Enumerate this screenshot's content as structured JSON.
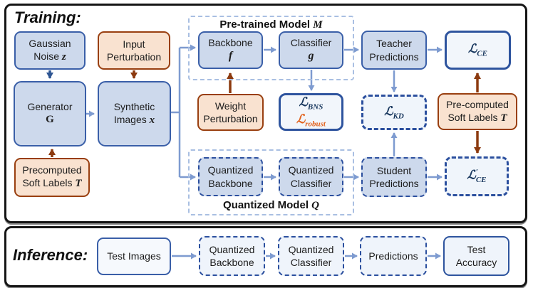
{
  "panels": {
    "training_label": "Training:",
    "inference_label": "Inference:"
  },
  "colors": {
    "box_fill_blue": "#cdd9ec",
    "box_border_blue": "#3a5fa8",
    "loss_border_navy": "#2e549e",
    "orange_fill": "#f9e2d0",
    "orange_border": "#993f10",
    "arrow_steel_blue": "#7e9bd0",
    "arrow_dark_blue": "#2e5693",
    "arrow_brown": "#8c3a0f",
    "container_dash": "#a9bfe2",
    "robust_text": "#e2611c"
  },
  "training": {
    "gaussian_noise": {
      "text": "Gaussian Noise",
      "symbol": "z"
    },
    "input_perturbation": {
      "text": "Input Perturbation"
    },
    "generator": {
      "text": "Generator",
      "symbol": "G"
    },
    "synthetic_images": {
      "text": "Synthetic Images",
      "symbol": "x"
    },
    "precomputed_soft_labels": {
      "text": "Precomputed Soft Labels",
      "symbol": "T"
    },
    "pretrained_model": {
      "label": "Pre-trained Model",
      "symbol": "M",
      "backbone": {
        "text": "Backbone",
        "symbol": "f"
      },
      "classifier": {
        "text": "Classifier",
        "symbol": "g"
      }
    },
    "weight_perturbation": {
      "text": "Weight Perturbation"
    },
    "loss_bns": {
      "main": "ℒ",
      "sub": "BNS"
    },
    "loss_robust": {
      "main": "ℒ",
      "sub": "robust"
    },
    "quantized_model": {
      "label": "Quantized Model",
      "symbol": "Q",
      "backbone": "Quantized Backbone",
      "classifier": "Quantized Classifier"
    },
    "teacher_predictions": "Teacher Predictions",
    "loss_ce": {
      "main": "ℒ",
      "sub": "CE"
    },
    "loss_kd": {
      "main": "ℒ",
      "sub": "KD"
    },
    "precomputed_soft_labels_right": {
      "text": "Pre-computed Soft Labels",
      "symbol": "T"
    },
    "student_predictions": "Student Predictions",
    "loss_ce_prime": {
      "main": "ℒ",
      "prime": "′",
      "sub": "CE"
    }
  },
  "inference": {
    "test_images": "Test Images",
    "quantized_backbone": "Quantized Backbone",
    "quantized_classifier": "Quantized Classifier",
    "predictions": "Predictions",
    "test_accuracy": "Test Accuracy"
  }
}
